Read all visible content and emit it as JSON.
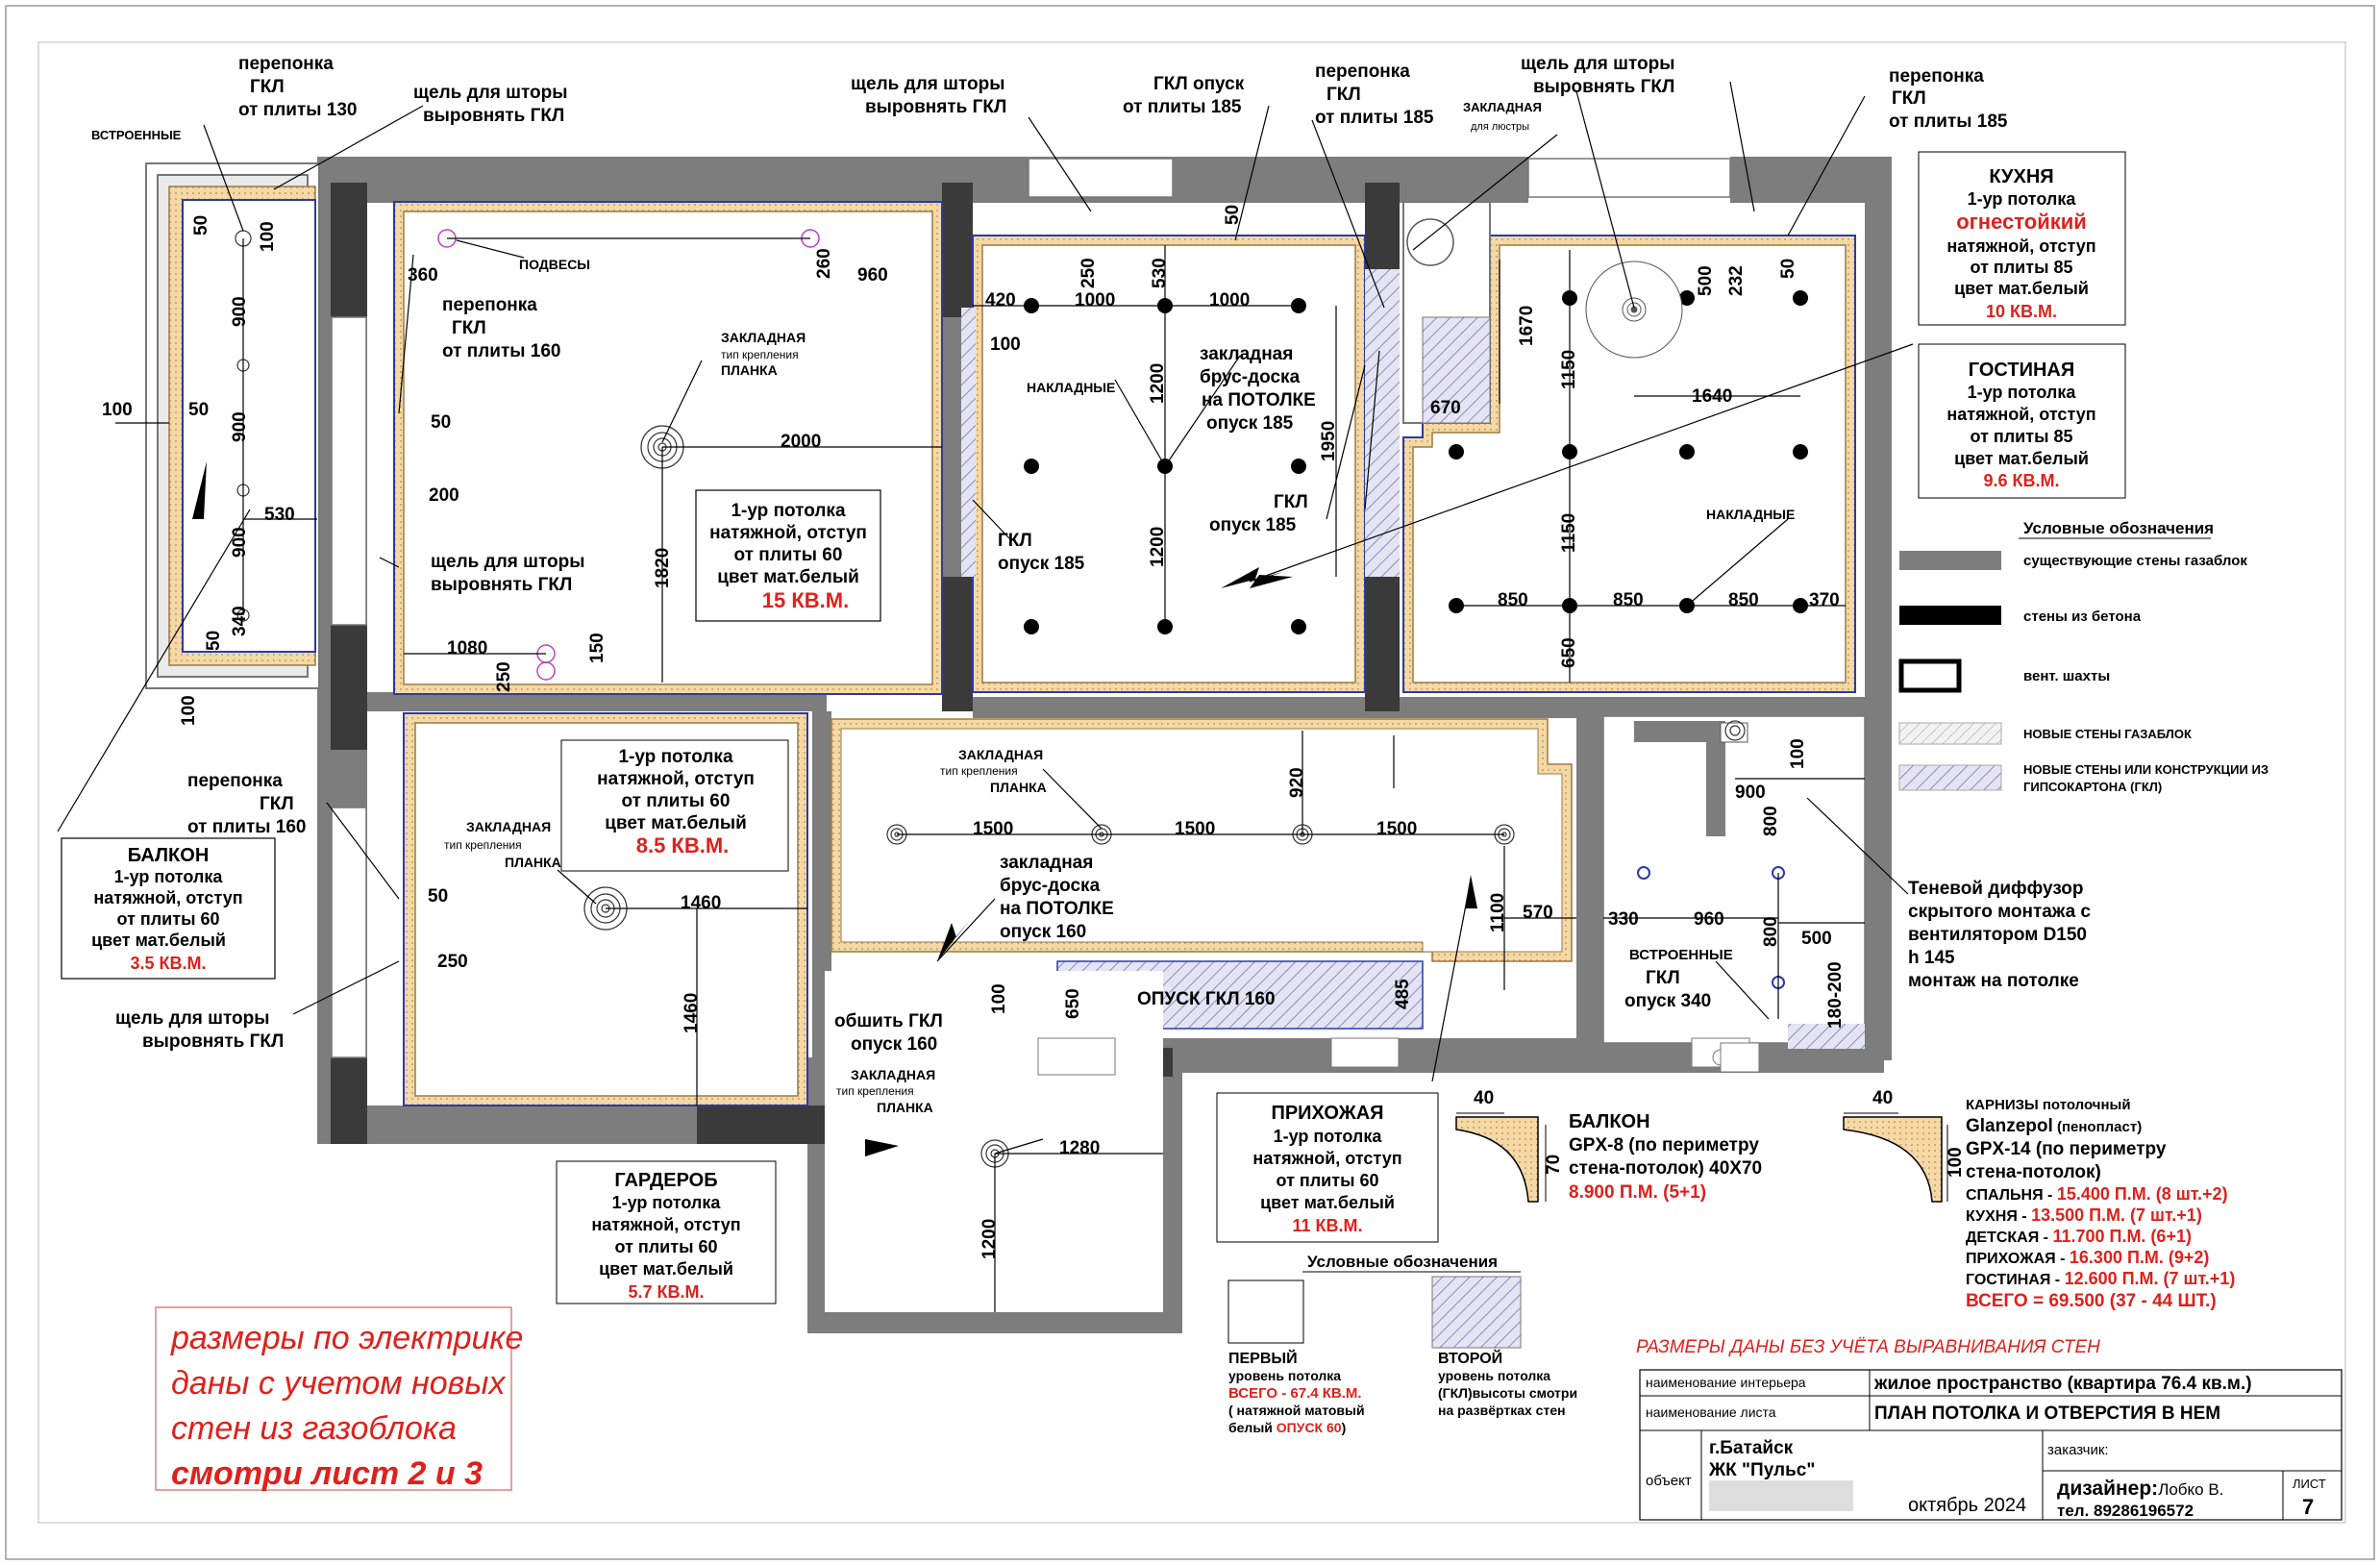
{
  "colors": {
    "wall_gas": "#7a7a7a",
    "wall_concrete": "#3a3a3a",
    "cornice": "#e8c98a",
    "red": "#e0201b",
    "blue": "#2a3aa8",
    "gkl_hatch": "#a8a8d8"
  },
  "top_notes": {
    "n1": [
      "перепонка",
      "ГКЛ",
      "от плиты 130"
    ],
    "n2": [
      "щель для шторы",
      "выровнять ГКЛ"
    ],
    "n3": [
      "щель для шторы",
      "выровнять ГКЛ"
    ],
    "n4": [
      "ГКЛ опуск",
      "от плиты 185"
    ],
    "n5": [
      "перепонка",
      "ГКЛ",
      "от плиты 185"
    ],
    "n6": [
      "щель для шторы",
      "выровнять ГКЛ"
    ],
    "n7": [
      "перепонка",
      "ГКЛ",
      "от плиты 185"
    ],
    "vstroennye": "ВСТРОЕННЫЕ",
    "zakladnaya_lustra": [
      "ЗАКЛАДНАЯ",
      "для люстры"
    ]
  },
  "bedroom": {
    "podvesy": "ПОДВЕСЫ",
    "peregorodka": [
      "перепонка",
      "ГКЛ",
      "от плиты 160"
    ],
    "shel": [
      "щель для шторы",
      "выровнять ГКЛ"
    ],
    "zakladnaya": [
      "ЗАКЛАДНАЯ",
      "тип крепления",
      "ПЛАНКА"
    ],
    "box": [
      "1-ур потолка",
      "натяжной, отступ",
      "от плиты 60",
      "цвет мат.белый"
    ],
    "area": "15 КВ.М.",
    "dims": {
      "d360": "360",
      "d960": "960",
      "d260": "260",
      "d2000": "2000",
      "d1820": "1820",
      "d1080": "1080",
      "d250": "250",
      "d150": "150",
      "d50": "50",
      "d200": "200"
    }
  },
  "balcony_plan": {
    "d50a": "50",
    "d100a": "100",
    "d900a": "900",
    "d900b": "900",
    "d900c": "900",
    "d100b": "100",
    "d50b": "50",
    "d530": "530",
    "d340": "340",
    "d50c": "50",
    "d100c": "100"
  },
  "balcony_note": {
    "peregorodka": [
      "перепонка",
      "ГКЛ",
      "от плиты 160"
    ],
    "title": "БАЛКОН",
    "lines": [
      "1-ур потолка",
      "натяжной, отступ",
      "от плиты 60",
      "цвет мат.белый"
    ],
    "area": "3.5 КВ.М.",
    "shel": [
      "щель для шторы",
      "выровнять ГКЛ"
    ]
  },
  "kids": {
    "naklad": "НАКЛАДНЫЕ",
    "brus": [
      "закладная",
      "брус-доска",
      "на ПОТОЛКЕ",
      "опуск 185"
    ],
    "gkl1": [
      "ГКЛ",
      "опуск 185"
    ],
    "gkl2": [
      "ГКЛ",
      "опуск 185"
    ],
    "dims": {
      "d250": "250",
      "d530": "530",
      "d420": "420",
      "d1000a": "1000",
      "d1000b": "1000",
      "d100": "100",
      "d1200a": "1200",
      "d1200b": "1200",
      "d1950": "1950",
      "d50": "50"
    }
  },
  "kitchen": {
    "naklad": "НАКЛАДНЫЕ",
    "dims": {
      "d670": "670",
      "d1670": "1670",
      "d1150a": "1150",
      "d1150b": "1150",
      "d500": "500",
      "d232": "232",
      "d50": "50",
      "d1640": "1640",
      "d850a": "850",
      "d850b": "850",
      "d850c": "850",
      "d370": "370",
      "d650": "650"
    }
  },
  "kitchen_note": {
    "title": "КУХНЯ",
    "l1": "1-ур потолка",
    "red": "огнестойкий",
    "l2": "натяжной, отступ",
    "l3": "от плиты 85",
    "l4": "цвет мат.белый",
    "area": "10 КВ.М."
  },
  "living_note": {
    "title": "ГОСТИНАЯ",
    "l1": "1-ур потолка",
    "l2": "натяжной, отступ",
    "l3": "от плиты 85",
    "l4": "цвет мат.белый",
    "area": "9.6 КВ.М."
  },
  "legend": {
    "title": "Условные обозначения",
    "items": [
      "существующие стены газаблок",
      "стены из бетона",
      "вент. шахты",
      "НОВЫЕ СТЕНЫ ГАЗАБЛОК"
    ],
    "item5": [
      "НОВЫЕ СТЕНЫ ИЛИ КОНСТРУКЦИИ ИЗ",
      "ГИПСОКАРТОНА (ГКЛ)"
    ]
  },
  "hall": {
    "zakladnaya": [
      "ЗАКЛАДНАЯ",
      "тип крепления",
      "ПЛАНКА"
    ],
    "brus": [
      "закладная",
      "брус-доска",
      "на ПОТОЛКЕ",
      "опуск 160"
    ],
    "opusk": "ОПУСК ГКЛ 160",
    "obshit": [
      "обшить ГКЛ",
      "опуск 160"
    ],
    "zakladnaya2": [
      "ЗАКЛАДНАЯ",
      "тип крепления",
      "ПЛАНКА"
    ],
    "dims": {
      "d920": "920",
      "d1500a": "1500",
      "d1500b": "1500",
      "d1500c": "1500",
      "d1100": "1100",
      "d570": "570",
      "d650": "650",
      "d485": "485",
      "d100": "100",
      "d1280": "1280",
      "d1200": "1200"
    }
  },
  "bath": {
    "vstr": "ВСТРОЕННЫЕ",
    "gkl": [
      "ГКЛ",
      "опуск 340"
    ],
    "dims": {
      "d100": "100",
      "d900": "900",
      "d800a": "800",
      "d800b": "800",
      "d330": "330",
      "d960": "960",
      "d500": "500",
      "d180": "180-200"
    }
  },
  "diffuser": [
    "Теневой диффузор",
    "скрытого монтажа с",
    "вентилятором D150",
    "h 145",
    "монтаж на потолке"
  ],
  "wardrobe": {
    "zakladnaya": [
      "ЗАКЛАДНАЯ",
      "тип крепления",
      "ПЛАНКА"
    ],
    "box": [
      "1-ур потолка",
      "натяжной, отступ",
      "от плиты 60",
      "цвет мат.белый"
    ],
    "area": "8.5 КВ.М.",
    "dims": {
      "d50": "50",
      "d250": "250",
      "d1460a": "1460",
      "d1460b": "1460"
    }
  },
  "garderob_note": {
    "title": "ГАРДЕРОБ",
    "lines": [
      "1-ур потолка",
      "натяжной, отступ",
      "от плиты 60",
      "цвет мат.белый"
    ],
    "area": "5.7 КВ.М."
  },
  "hallway_note": {
    "title": "ПРИХОЖАЯ",
    "lines": [
      "1-ур потолка",
      "натяжной, отступ",
      "от плиты 60",
      "цвет мат.белый"
    ],
    "area": "11 КВ.М."
  },
  "cornice_balcony": {
    "d40": "40",
    "d70": "70",
    "title": "БАЛКОН",
    "l1": "GPX-8  (по периметру",
    "l2": "стена-потолок) 40Х70",
    "red": "8.900 П.М. (5+1)"
  },
  "cornice_main": {
    "d40": "40",
    "d100": "100",
    "title": "КАРНИЗЫ потолочный",
    "brand_a": "Glanzepol",
    "brand_b": " (пенопласт)",
    "l1": "GPX-14  (по периметру",
    "l2": "стена-потолок)",
    "rows": [
      {
        "k": "СПАЛЬНЯ - ",
        "v": "15.400 П.М. (8 шт.+2)"
      },
      {
        "k": "КУХНЯ - ",
        "v": "13.500 П.М. (7 шт.+1)"
      },
      {
        "k": "ДЕТСКАЯ - ",
        "v": "11.700 П.М. (6+1)"
      },
      {
        "k": "ПРИХОЖАЯ - ",
        "v": "16.300 П.М. (9+2)"
      },
      {
        "k": "ГОСТИНАЯ - ",
        "v": "12.600 П.М. (7 шт.+1)"
      }
    ],
    "total": "ВСЕГО = 69.500 (37 - 44 ШТ.)"
  },
  "legend2": {
    "title": "Условные обозначения",
    "first": [
      "ПЕРВЫЙ",
      "уровень потолка"
    ],
    "first_total": "ВСЕГО - 67.4 КВ.М.",
    "first_l3": "( натяжной матовый",
    "first_l4a": "белый ",
    "first_l4b": "ОПУСК  60",
    "first_l4c": ")",
    "second": [
      "ВТОРОЙ",
      "уровень потолка",
      "(ГКЛ)высоты смотри",
      "на развёртках стен"
    ]
  },
  "red_note": {
    "lines": [
      "размеры по электрике",
      "даны с учетом новых",
      "стен из газоблока"
    ],
    "bold": "смотри лист 2 и 3"
  },
  "stamp": {
    "warning": "РАЗМЕРЫ ДАНЫ БЕЗ УЧЁТА ВЫРАВНИВАНИЯ СТЕН",
    "lbl1": "наименование интерьера",
    "val1": "жилое пространство (квартира 76.4 кв.м.)",
    "lbl2": "наименование листа",
    "val2": "ПЛАН ПОТОЛКА И ОТВЕРСТИЯ В НЕМ",
    "obj_lbl": "объект",
    "city": "г.Батайск",
    "complex": "ЖК \"Пульс\"",
    "date": "октябрь 2024",
    "customer": "заказчик:",
    "designer_a": "дизайнер:",
    "designer_b": "Лобко В.",
    "phone": "тел. 89286196572",
    "sheet_lbl": "ЛИСТ",
    "sheet": "7"
  }
}
